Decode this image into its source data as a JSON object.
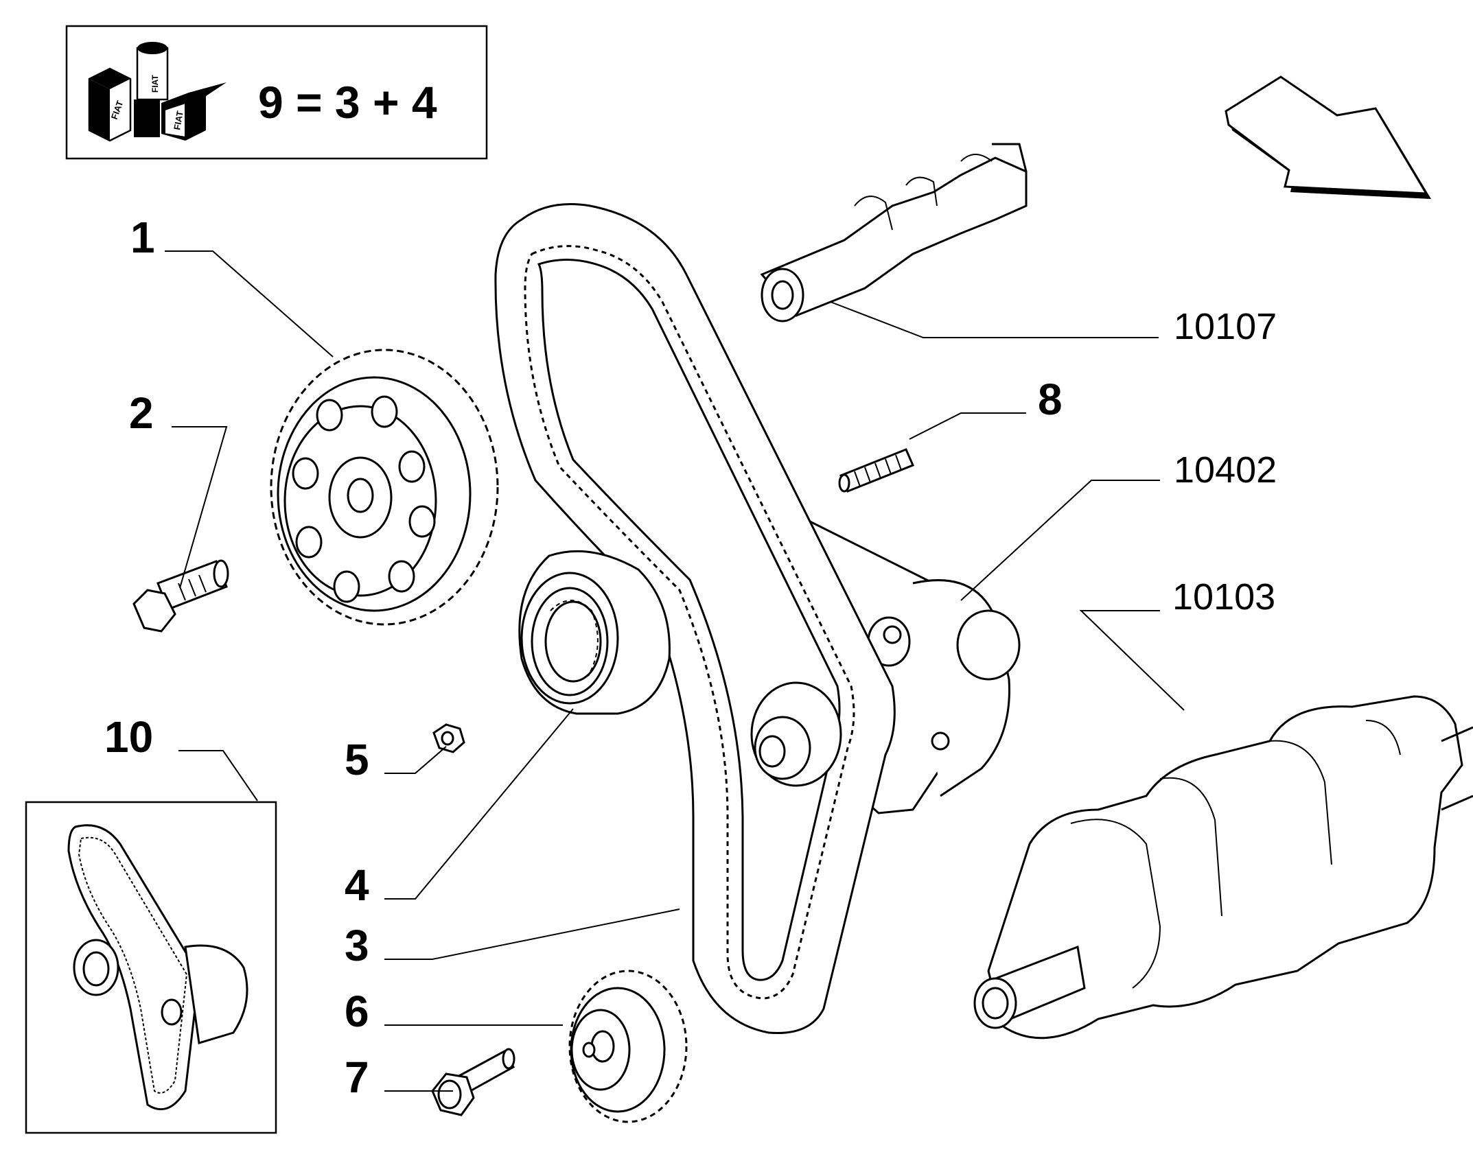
{
  "kit_box": {
    "formula": "9 = 3 + 4",
    "logo_texts": [
      "FIAT",
      "FIAT",
      "FIAT"
    ]
  },
  "callouts": {
    "c1": "1",
    "c2": "2",
    "c3": "3",
    "c4": "4",
    "c5": "5",
    "c6": "6",
    "c7": "7",
    "c8": "8",
    "c10": "10",
    "r10107": "10107",
    "r10402": "10402",
    "r10103": "10103"
  }
}
